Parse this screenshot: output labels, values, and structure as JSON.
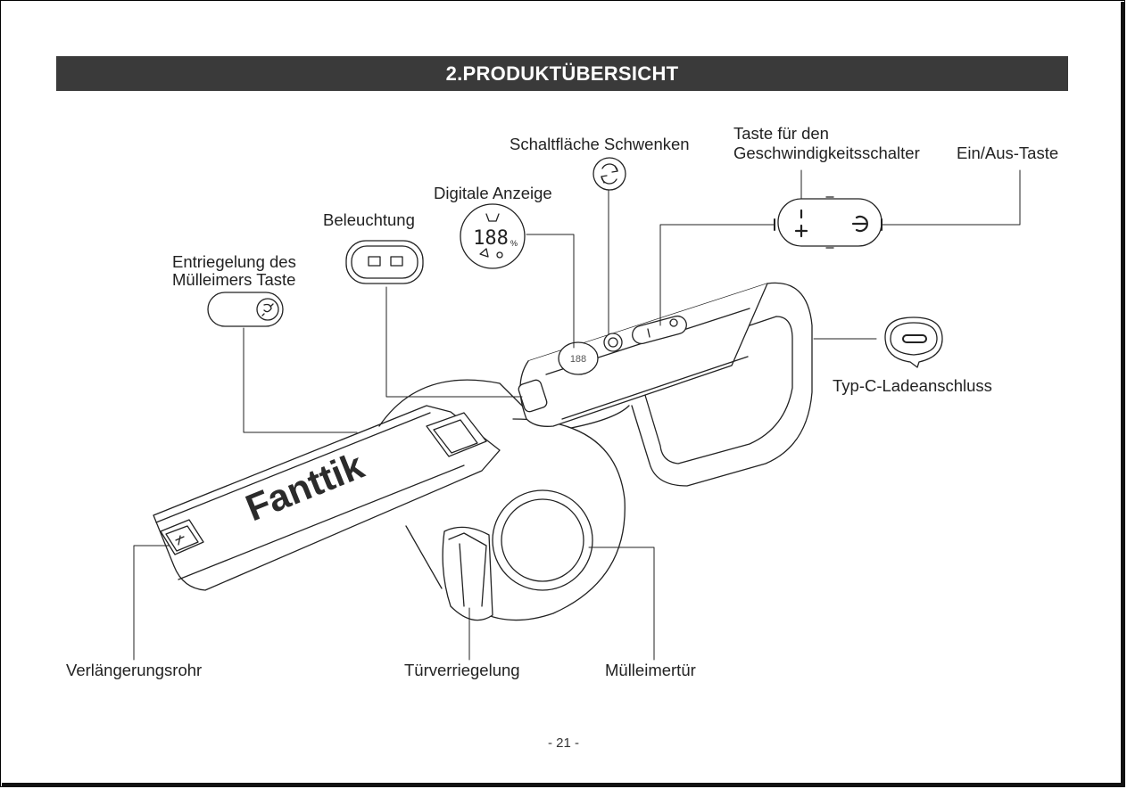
{
  "header": {
    "title": "2.PRODUKTÜBERSICHT"
  },
  "labels": {
    "swivel_button": "Schaltfläche Schwenken",
    "speed_switch_line1": "Taste für den",
    "speed_switch_line2": "Geschwindigkeitsschalter",
    "power_button": "Ein/Aus-Taste",
    "digital_display": "Digitale Anzeige",
    "lighting": "Beleuchtung",
    "bin_release_line1": "Entriegelung des",
    "bin_release_line2": "Mülleimers Taste",
    "type_c_port": "Typ-C-Ladeanschluss",
    "extension_tube": "Verlängerungsrohr",
    "door_lock": "Türverriegelung",
    "bin_door": "Mülleimertür"
  },
  "display": {
    "digits": "188",
    "unit": "%"
  },
  "brand": "Fanttik",
  "page_number": "- 21 -"
}
